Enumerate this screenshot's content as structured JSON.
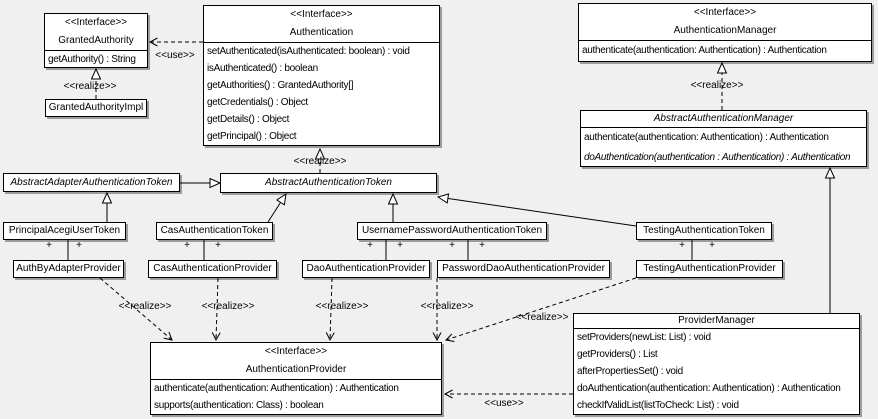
{
  "labels": {
    "use": "<<use>>",
    "realize": "<<realize>>",
    "plus": "+",
    "stereotype_interface": "<<Interface>>"
  },
  "colors": {
    "background": "#f0f0f0",
    "box_fill": "#ffffff",
    "line": "#000000"
  },
  "classes": {
    "granted_authority": {
      "stereotype": "<<Interface>>",
      "name": "GrantedAuthority",
      "methods": [
        "getAuthority() : String"
      ]
    },
    "granted_authority_impl": {
      "name": "GrantedAuthorityImpl"
    },
    "authentication": {
      "stereotype": "<<Interface>>",
      "name": "Authentication",
      "methods": [
        "setAuthenticated(isAuthenticated: boolean) : void",
        "isAuthenticated() : boolean",
        "getAuthorities() : GrantedAuthority[]",
        "getCredentials() : Object",
        "getDetails() : Object",
        "getPrincipal() : Object"
      ]
    },
    "authentication_manager": {
      "stereotype": "<<Interface>>",
      "name": "AuthenticationManager",
      "methods": [
        "authenticate(authentication: Authentication) : Authentication"
      ]
    },
    "abstract_authentication_manager": {
      "name": "AbstractAuthenticationManager",
      "methods": [
        "authenticate(authentication: Authentication) : Authentication",
        "doAuthentication(authentication : Authentication) : Authentication"
      ]
    },
    "abstract_adapter_authentication_token": {
      "name": "AbstractAdapterAuthenticationToken"
    },
    "abstract_authentication_token": {
      "name": "AbstractAuthenticationToken"
    },
    "principal_acegi_user_token": {
      "name": "PrincipalAcegiUserToken"
    },
    "cas_authentication_token": {
      "name": "CasAuthenticationToken"
    },
    "username_password_authentication_token": {
      "name": "UsernamePasswordAuthenticationToken"
    },
    "testing_authentication_token": {
      "name": "TestingAuthenticationToken"
    },
    "auth_by_adapter_provider": {
      "name": "AuthByAdapterProvider"
    },
    "cas_authentication_provider": {
      "name": "CasAuthenticationProvider"
    },
    "dao_authentication_provider": {
      "name": "DaoAuthenticationProvider"
    },
    "password_dao_authentication_provider": {
      "name": "PasswordDaoAuthenticationProvider"
    },
    "testing_authentication_provider": {
      "name": "TestingAuthenticationProvider"
    },
    "authentication_provider": {
      "stereotype": "<<Interface>>",
      "name": "AuthenticationProvider",
      "methods": [
        "authenticate(authentication: Authentication) : Authentication",
        "supports(authentication: Class) : boolean"
      ]
    },
    "provider_manager": {
      "name": "ProviderManager",
      "methods": [
        "setProviders(newList: List) : void",
        "getProviders() : List",
        "afterPropertiesSet() : void",
        "doAuthentication(authentication: Authentication) : Authentication",
        "checkIfValidList(listToCheck: List) : void"
      ]
    }
  }
}
